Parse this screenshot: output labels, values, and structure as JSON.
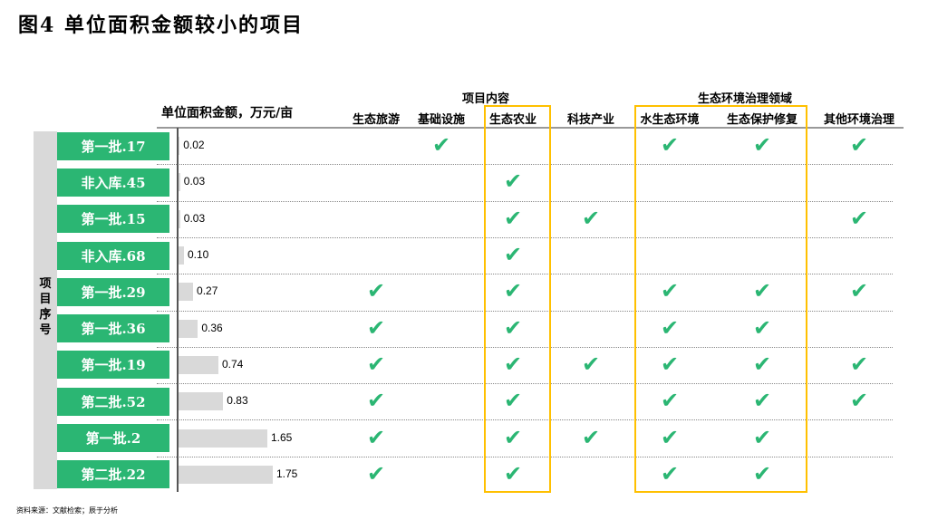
{
  "title": "图4  单位面积金额较小的项目",
  "chart_data": {
    "type": "table",
    "value_header": "单位面积金额，万元/亩",
    "group_headers": [
      "项目内容",
      "生态环境治理领域"
    ],
    "columns": [
      "生态旅游",
      "基础设施",
      "生态农业",
      "科技产业",
      "水生态环境",
      "生态保护修复",
      "其他环境治理"
    ],
    "row_axis_label": "项目序号",
    "rows": [
      {
        "label": "第一批.17",
        "value": 0.02,
        "value_text": "0.02",
        "checks": [
          0,
          1,
          0,
          0,
          1,
          1,
          1
        ]
      },
      {
        "label": "非入库.45",
        "value": 0.03,
        "value_text": "0.03",
        "checks": [
          0,
          0,
          1,
          0,
          0,
          0,
          0
        ]
      },
      {
        "label": "第一批.15",
        "value": 0.03,
        "value_text": "0.03",
        "checks": [
          0,
          0,
          1,
          1,
          0,
          0,
          1
        ]
      },
      {
        "label": "非入库.68",
        "value": 0.1,
        "value_text": "0.10",
        "checks": [
          0,
          0,
          1,
          0,
          0,
          0,
          0
        ]
      },
      {
        "label": "第一批.29",
        "value": 0.27,
        "value_text": "0.27",
        "checks": [
          1,
          0,
          1,
          0,
          1,
          1,
          1
        ]
      },
      {
        "label": "第一批.36",
        "value": 0.36,
        "value_text": "0.36",
        "checks": [
          1,
          0,
          1,
          0,
          1,
          1,
          0
        ]
      },
      {
        "label": "第一批.19",
        "value": 0.74,
        "value_text": "0.74",
        "checks": [
          1,
          0,
          1,
          1,
          1,
          1,
          1
        ]
      },
      {
        "label": "第二批.52",
        "value": 0.83,
        "value_text": "0.83",
        "checks": [
          1,
          0,
          1,
          0,
          1,
          1,
          1
        ]
      },
      {
        "label": "第一批.2",
        "value": 1.65,
        "value_text": "1.65",
        "checks": [
          1,
          0,
          1,
          1,
          1,
          1,
          0
        ]
      },
      {
        "label": "第二批.22",
        "value": 1.75,
        "value_text": "1.75",
        "checks": [
          1,
          0,
          1,
          0,
          1,
          1,
          0
        ]
      }
    ],
    "highlighted_columns": [
      "生态农业",
      "水生态环境",
      "生态保护修复"
    ]
  },
  "check_glyph": "✔",
  "colors": {
    "green": "#2bb673",
    "highlight": "#ffc000",
    "bar": "#d9d9d9"
  },
  "source": "资料来源：文献检索；辰于分析"
}
